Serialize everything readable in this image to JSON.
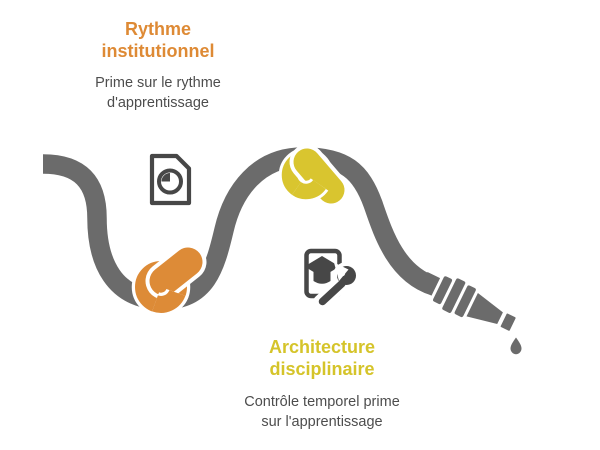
{
  "colors": {
    "hose": "#6b6b6b",
    "icon": "#474747",
    "knot_orange": "#dd8b37",
    "knot_yellow": "#d9c52f",
    "title_orange": "#de8a35",
    "title_yellow": "#d5c42a",
    "subtitle_gray": "#4d4d4d"
  },
  "labels": {
    "top": {
      "title_lines": {
        "0": "Rythme",
        "1": "institutionnel"
      },
      "subtitle_lines": {
        "0": "Prime sur le rythme",
        "1": "d'apprentissage"
      }
    },
    "bottom": {
      "title_lines": {
        "0": "Architecture",
        "1": "disciplinaire"
      },
      "subtitle_lines": {
        "0": "Contrôle temporel prime",
        "1": "sur l'apprentissage"
      }
    }
  },
  "icons": {
    "first": "document-clock-icon",
    "second": "document-graduation-wrench-icon",
    "end": "hose-nozzle",
    "drop": "droplet-icon"
  }
}
